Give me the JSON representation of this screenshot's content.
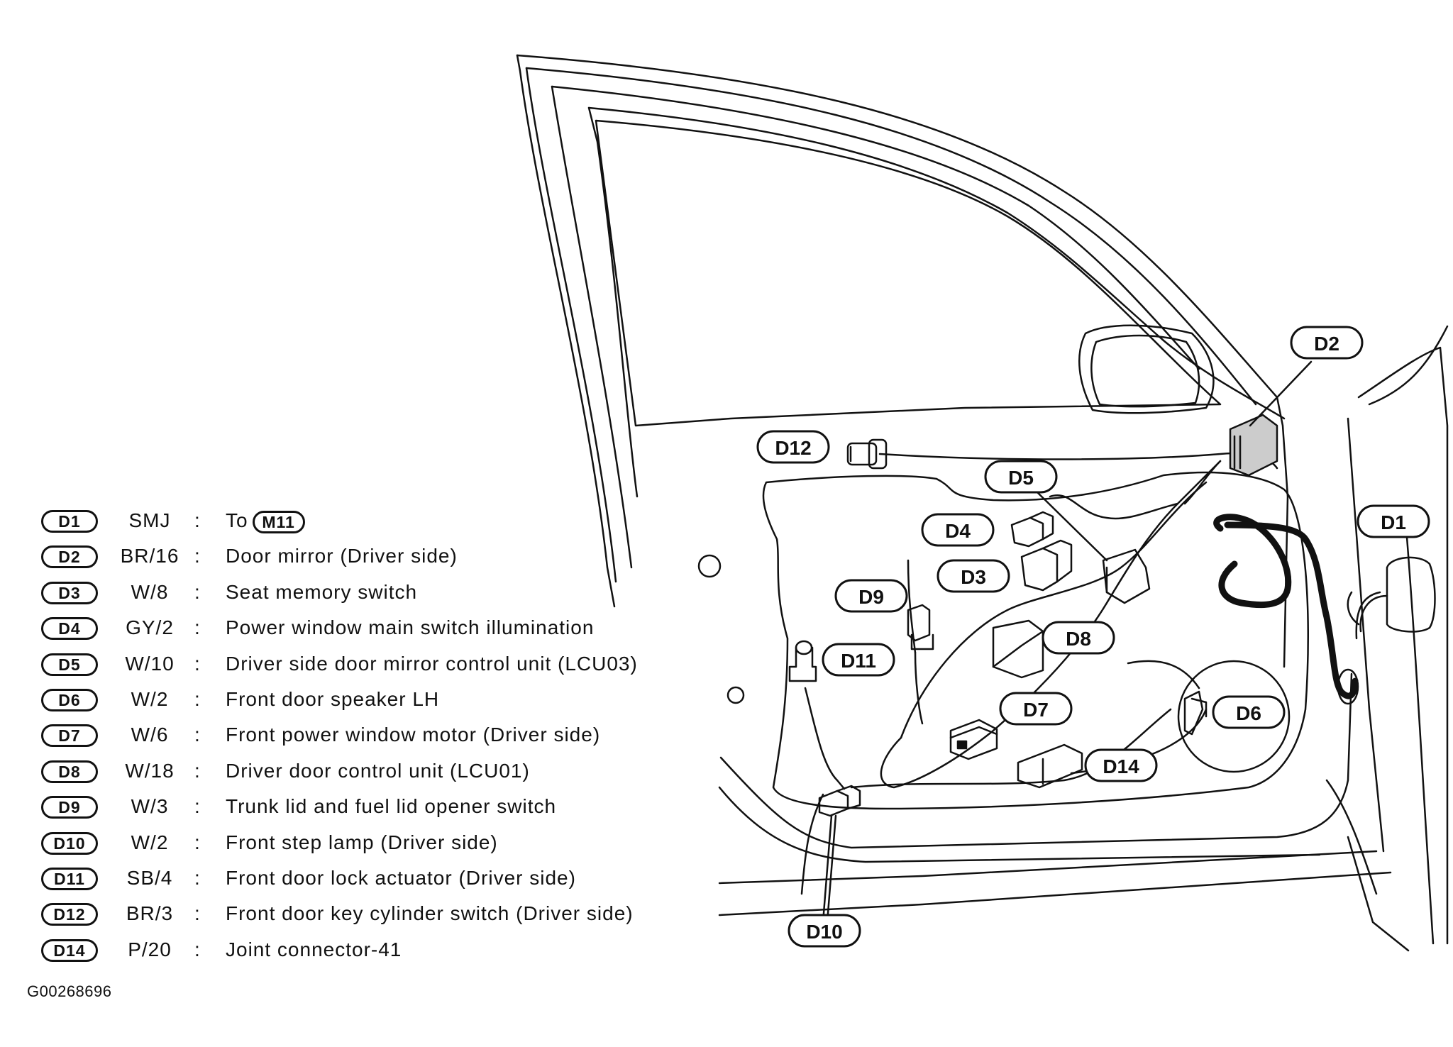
{
  "figure_id": "G00268696",
  "legend": [
    {
      "id": "D1",
      "code": "SMJ",
      "desc": "To",
      "ref": "M11"
    },
    {
      "id": "D2",
      "code": "BR/16",
      "desc": "Door mirror (Driver side)"
    },
    {
      "id": "D3",
      "code": "W/8",
      "desc": "Seat memory switch"
    },
    {
      "id": "D4",
      "code": "GY/2",
      "desc": "Power window main switch illumination"
    },
    {
      "id": "D5",
      "code": "W/10",
      "desc": "Driver side door mirror control unit (LCU03)"
    },
    {
      "id": "D6",
      "code": "W/2",
      "desc": "Front door speaker LH"
    },
    {
      "id": "D7",
      "code": "W/6",
      "desc": "Front power window motor (Driver side)"
    },
    {
      "id": "D8",
      "code": "W/18",
      "desc": "Driver door control unit (LCU01)"
    },
    {
      "id": "D9",
      "code": "W/3",
      "desc": "Trunk lid and fuel lid opener switch"
    },
    {
      "id": "D10",
      "code": "W/2",
      "desc": "Front step lamp (Driver side)"
    },
    {
      "id": "D11",
      "code": "SB/4",
      "desc": "Front door lock actuator (Driver side)"
    },
    {
      "id": "D12",
      "code": "BR/3",
      "desc": "Front door key cylinder switch (Driver side)"
    },
    {
      "id": "D14",
      "code": "P/20",
      "desc": "Joint connector-41"
    }
  ],
  "callouts": {
    "d1": "D1",
    "d2": "D2",
    "d3": "D3",
    "d4": "D4",
    "d5": "D5",
    "d6": "D6",
    "d7": "D7",
    "d8": "D8",
    "d9": "D9",
    "d10": "D10",
    "d11": "D11",
    "d12": "D12",
    "d14": "D14"
  }
}
